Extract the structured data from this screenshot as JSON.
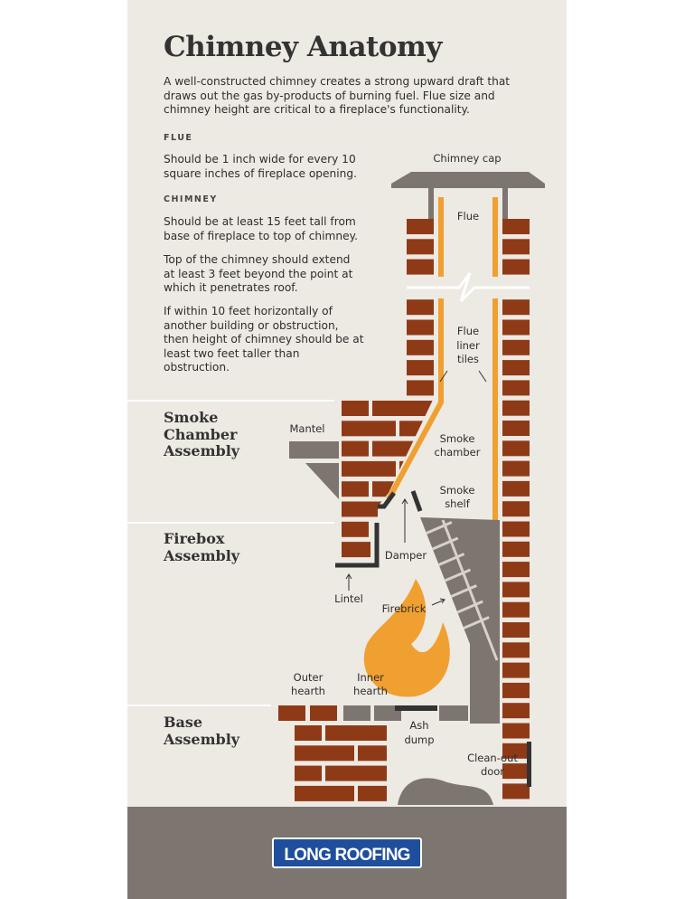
{
  "title": "Chimney Anatomy",
  "intro": "A well-constructed chimney creates a strong upward draft that draws out the gas by-products of burning fuel. Flue size and chimney height are critical to a fireplace's functionality.",
  "flue": {
    "heading": "FLUE",
    "text": "Should be 1 inch wide for every 10 square inches of fireplace opening."
  },
  "chimney": {
    "heading": "CHIMNEY",
    "paragraphs": [
      "Should be at least 15 feet tall from base of fireplace to top of chimney.",
      "Top of the chimney should extend at least 3 feet beyond the point at which it penetrates roof.",
      "If within 10 feet horizontally of another building or obstruction, then height of chimney should be at least two feet taller than obstruction."
    ]
  },
  "sections": [
    "Smoke Chamber Assembly",
    "Firebox Assembly",
    "Base Assembly"
  ],
  "labels": {
    "chimney_cap": "Chimney cap",
    "flue": "Flue",
    "flue_liner_1": "Flue",
    "flue_liner_2": "liner",
    "flue_liner_3": "tiles",
    "mantel": "Mantel",
    "smoke_chamber_1": "Smoke",
    "smoke_chamber_2": "chamber",
    "smoke_shelf_1": "Smoke",
    "smoke_shelf_2": "shelf",
    "damper": "Damper",
    "lintel": "Lintel",
    "firebrick": "Firebrick",
    "outer_hearth_1": "Outer",
    "outer_hearth_2": "hearth",
    "inner_hearth_1": "Inner",
    "inner_hearth_2": "hearth",
    "ash_dump_1": "Ash",
    "ash_dump_2": "dump",
    "clean_out_1": "Clean-out",
    "clean_out_2": "door"
  },
  "logo": "LONG ROOFING",
  "colors": {
    "background": "#ede9e3",
    "brick": "#8f3a17",
    "flue_liner": "#f0a030",
    "stone": "#7d7570",
    "metal": "#333333",
    "logo_blue": "#1f4e9c"
  }
}
